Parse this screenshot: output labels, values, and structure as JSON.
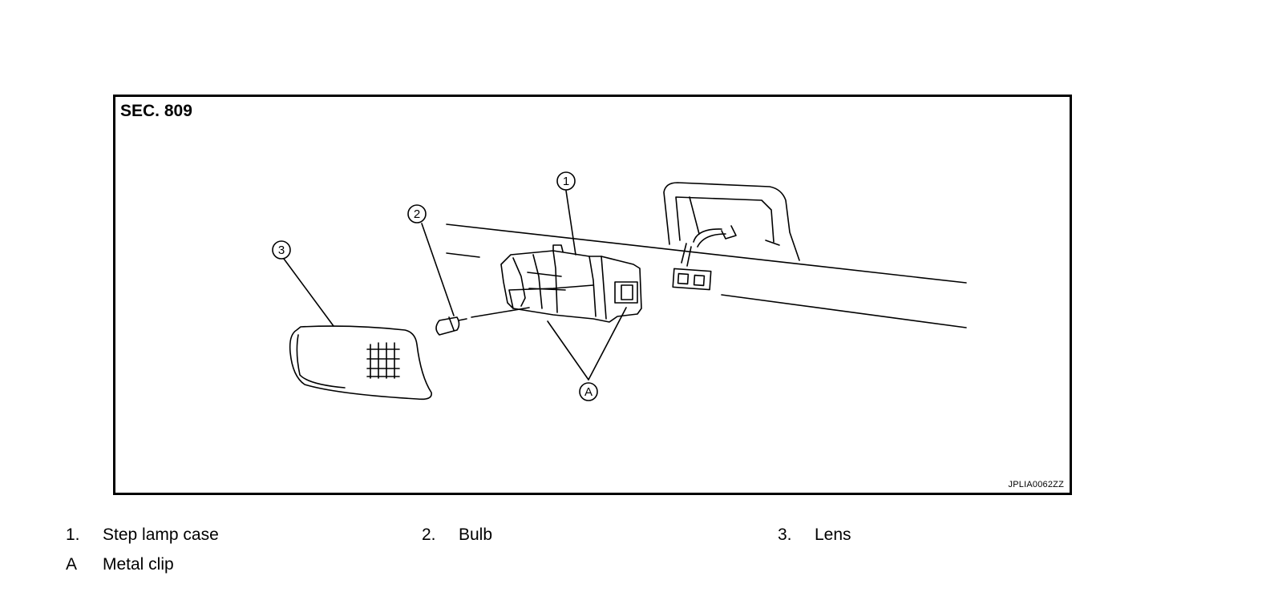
{
  "figure": {
    "section": "SEC. 809",
    "reference_code": "JPLIA0062ZZ",
    "callouts": [
      "1",
      "2",
      "3",
      "A"
    ]
  },
  "legend": [
    {
      "num": "1.",
      "text": "Step lamp case"
    },
    {
      "num": "2.",
      "text": "Bulb"
    },
    {
      "num": "3.",
      "text": "Lens"
    },
    {
      "num": "A",
      "text": "Metal clip"
    }
  ]
}
